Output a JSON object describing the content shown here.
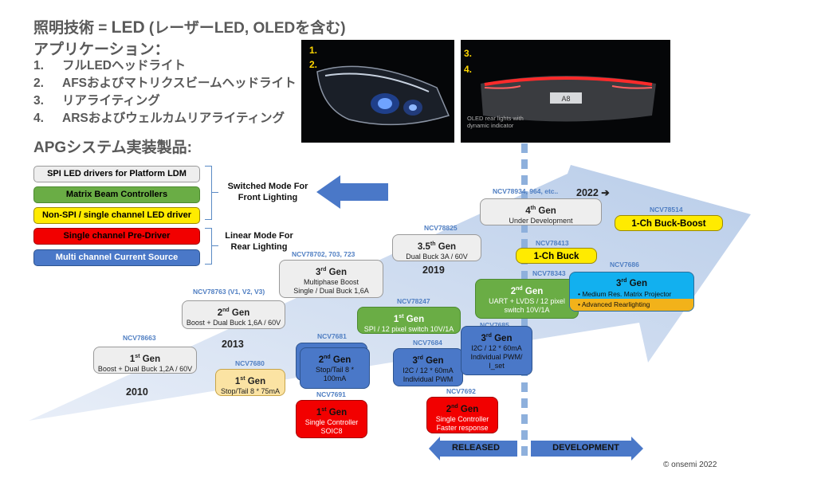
{
  "header": {
    "title_prefix": "照明技術 = ",
    "title_led": "LED",
    "title_suffix": " (レーザーLED, OLEDを含む)",
    "applications_heading": "アプリケーション：",
    "applications": [
      {
        "num": "1.",
        "text": "フルLEDヘッドライト"
      },
      {
        "num": "2.",
        "text": "AFSおよびマトリクスビームヘッドライト"
      },
      {
        "num": "3.",
        "text": "リアライティング"
      },
      {
        "num": "4.",
        "text": "ARSおよびウェルカムリアライティング"
      }
    ],
    "apg_heading": "APGシステム実装製品:"
  },
  "photos": {
    "left": {
      "tag1": "1.",
      "tag2": "2."
    },
    "right": {
      "tag1": "3.",
      "tag2": "4.",
      "plate": "A8",
      "caption1": "OLED rear lights with",
      "caption2": "dynamic indicator"
    }
  },
  "legend": [
    {
      "label": "SPI LED drivers for Platform LDM",
      "color": "#eeeeee"
    },
    {
      "label": "Matrix Beam Controllers",
      "color": "#6aad45"
    },
    {
      "label": "Non-SPI / single channel LED driver",
      "color": "#ffeb00"
    },
    {
      "label": "Single channel Pre-Driver",
      "color": "#f20000"
    },
    {
      "label": "Multi channel Current Source",
      "color": "#4a78c8"
    }
  ],
  "modes": {
    "switched_line1": "Switched Mode For",
    "switched_line2": "Front Lighting",
    "linear_line1": "Linear Mode For",
    "linear_line2": "Rear Lighting"
  },
  "years": {
    "y2010": "2010",
    "y2013": "2013",
    "y2019": "2019",
    "y2022": "2022"
  },
  "products": {
    "ncv78663": {
      "pn": "NCV78663",
      "gen": "1",
      "sup": "st",
      "gen_word": " Gen",
      "desc1": "Boost + Dual Buck 1,2A / 60V"
    },
    "ncv78763": {
      "pn": "NCV78763 (V1, V2, V3)",
      "gen": "2",
      "sup": "nd",
      "gen_word": " Gen",
      "desc1": "Boost + Dual Buck 1,6A / 60V"
    },
    "ncv78702": {
      "pn": "NCV78702, 703, 723",
      "gen": "3",
      "sup": "rd",
      "gen_word": " Gen",
      "desc1": "Multiphase Boost",
      "desc2": "Single / Dual Buck 1,6A"
    },
    "ncv78825": {
      "pn": "NCV78825",
      "gen": "3.5",
      "sup": "th",
      "gen_word": " Gen",
      "desc1": "Dual Buck 3A  / 60V"
    },
    "ncv78934": {
      "pn": "NCV78934, 964, etc..",
      "gen": "4",
      "sup": "th",
      "gen_word": " Gen",
      "desc1": "Under Development"
    },
    "ncv78247": {
      "pn": "NCV78247",
      "gen": "1",
      "sup": "st",
      "gen_word": " Gen",
      "desc1": "SPI / 12 pixel switch 10V/1A"
    },
    "ncv78343": {
      "pn": "NCV78343",
      "gen": "2",
      "sup": "nd",
      "gen_word": " Gen",
      "desc1": "UART + LVDS / 12 pixel",
      "desc2": "switch 10V/1A"
    },
    "ncv78413": {
      "pn": "NCV78413",
      "label": "1-Ch Buck"
    },
    "ncv78514": {
      "pn": "NCV78514",
      "label": "1-Ch Buck-Boost"
    },
    "ncv7686": {
      "pn": "NCV7686",
      "gen": "3",
      "sup": "rd",
      "gen_word": " Gen",
      "bullet1": "Medium Res. Matrix Projector",
      "bullet2": "Advanced Rearlighting"
    },
    "ncv7680": {
      "pn": "NCV7680",
      "gen": "1",
      "sup": "st",
      "gen_word": " Gen",
      "desc1": "Stop/Tail 8 * 75mA"
    },
    "ncv7681": {
      "pn": "NCV7681",
      "gen": "2",
      "sup": "nd",
      "gen_word": " Gen",
      "desc1": "Stop/Tail 8 *",
      "desc2": "100mA"
    },
    "ncv7684": {
      "pn": "NCV7684",
      "gen": "3",
      "sup": "rd",
      "gen_word": " Gen",
      "desc1": "I2C / 12 * 60mA",
      "desc2": "Individual PWM"
    },
    "ncv7685": {
      "pn": "NCV7685",
      "gen": "3",
      "sup": "rd",
      "gen_word": " Gen",
      "desc1": "I2C / 12 * 60mA",
      "desc2": "Individual PWM/",
      "desc3": "I_set"
    },
    "ncv7691": {
      "pn": "NCV7691",
      "gen": "1",
      "sup": "st",
      "gen_word": " Gen",
      "desc1": "Single Controller",
      "desc2": "SOIC8"
    },
    "ncv7692": {
      "pn": "NCV7692",
      "gen": "2",
      "sup": "nd",
      "gen_word": " Gen",
      "desc1": "Single Controller",
      "desc2": "Faster response"
    }
  },
  "footer": {
    "released": "RELEASED",
    "development": "DEVELOPMENT",
    "copyright": "© onsemi 2022"
  },
  "colors": {
    "arrow_fill": "#c9d8ee",
    "legend_blue": "#4a78c8",
    "legend_green": "#6aad45",
    "legend_red": "#f20000",
    "legend_yellow": "#ffeb00",
    "part_number_blue": "#4f7ec2"
  }
}
